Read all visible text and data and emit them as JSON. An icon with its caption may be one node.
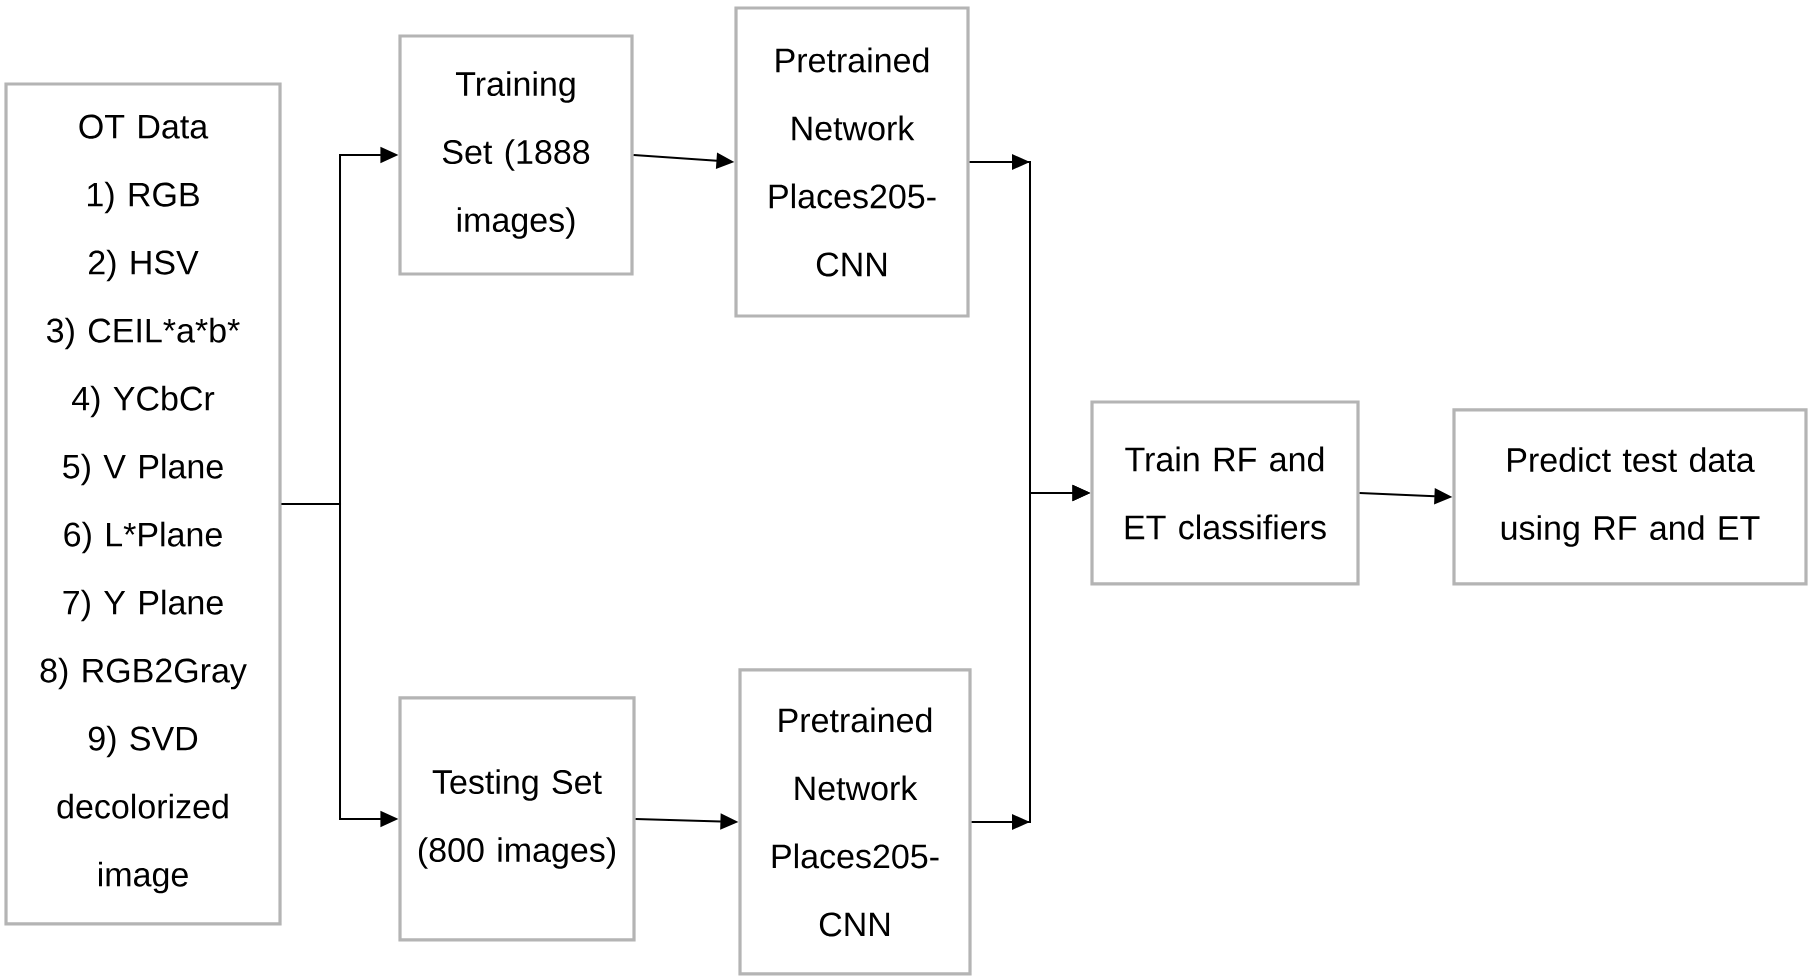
{
  "diagram": {
    "nodes": [
      {
        "text": [
          "OT Data",
          "1) RGB",
          "2) HSV",
          "3) CEIL*a*b*",
          "4) YCbCr",
          "5) V Plane",
          "6) L*Plane",
          "7) Y Plane",
          "8) RGB2Gray",
          "9) SVD decolorized image"
        ]
      },
      {
        "text": [
          "Training Set (1888 images)"
        ]
      },
      {
        "text": [
          "Pretrained Network Places205-CNN"
        ]
      },
      {
        "text": [
          "Testing Set (800 images)"
        ]
      },
      {
        "text": [
          "Pretrained Network Places205-CNN"
        ]
      },
      {
        "text": [
          "Train RF and ET classifiers"
        ]
      },
      {
        "text": [
          "Predict test data using RF and ET"
        ]
      }
    ],
    "edges": [
      {
        "from": 0,
        "to": 1,
        "arrow": "to"
      },
      {
        "from": 0,
        "to": 3,
        "arrow": "to"
      },
      {
        "from": 1,
        "to": 2,
        "arrow": "to"
      },
      {
        "from": 3,
        "to": 4,
        "arrow": "to"
      },
      {
        "from": 2,
        "to": 5,
        "arrow": "to"
      },
      {
        "from": 4,
        "to": 5,
        "arrow": "to"
      },
      {
        "from": 5,
        "to": 6,
        "arrow": "to"
      }
    ]
  }
}
